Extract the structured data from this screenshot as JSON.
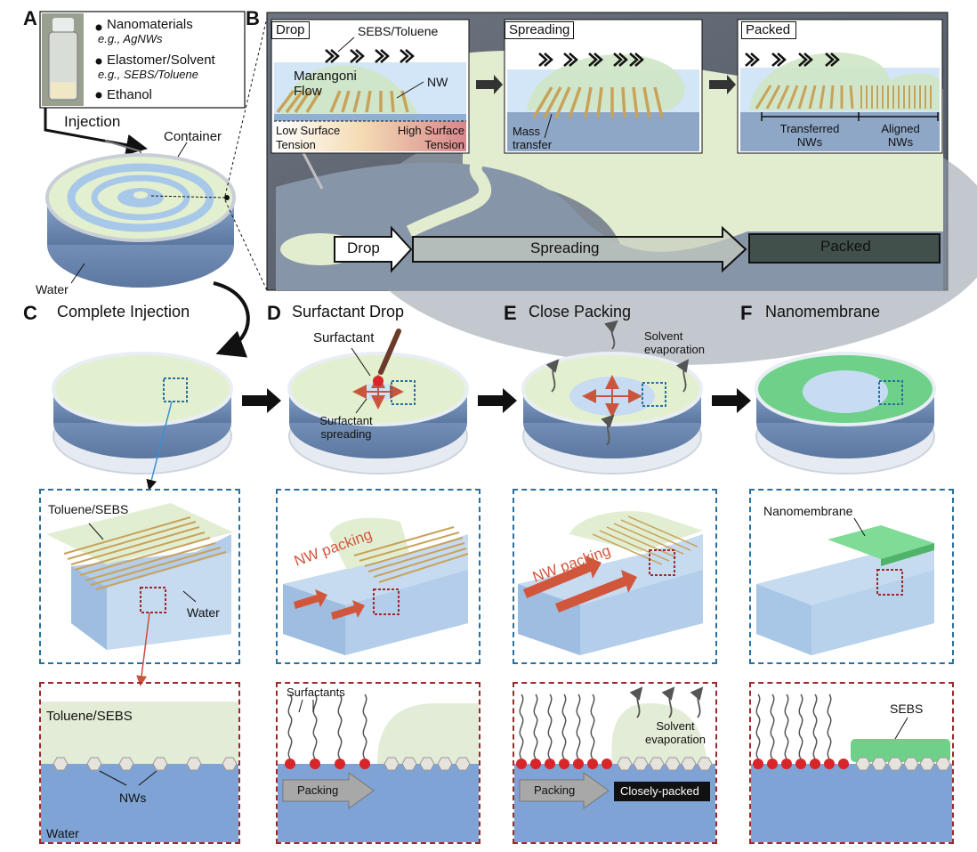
{
  "panel_a": {
    "letter": "A",
    "items": [
      {
        "label": "Nanomaterials",
        "example": "e.g., AgNWs"
      },
      {
        "label": "Elastomer/Solvent",
        "example": "e.g., SEBS/Toluene"
      },
      {
        "label": "Ethanol",
        "example": ""
      }
    ],
    "injection": "Injection",
    "container": "Container",
    "water": "Water"
  },
  "panel_b": {
    "letter": "B",
    "drop": {
      "stage": "Drop",
      "solvent": "SEBS/Toluene",
      "flow": "Marangoni\nFlow",
      "nw": "NW",
      "low_tension": "Low Surface\nTension",
      "high_tension": "High Surface\nTension"
    },
    "spreading": {
      "stage": "Spreading",
      "mass": "Mass\ntransfer"
    },
    "packed": {
      "stage": "Packed",
      "transferred": "Transferred\nNWs",
      "aligned": "Aligned\nNWs"
    },
    "arrows": [
      "Drop",
      "Spreading",
      "Packed"
    ]
  },
  "panel_c": {
    "letter": "C",
    "title": "Complete Injection",
    "layer": "Toluene/SEBS",
    "water": "Water",
    "cross_layer": "Toluene/SEBS",
    "nws": "NWs",
    "cross_water": "Water"
  },
  "panel_d": {
    "letter": "D",
    "title": "Surfactant Drop",
    "surfactant": "Surfactant",
    "spreading": "Surfactant\nspreading",
    "nw_packing": "NW packing",
    "surfactants": "Surfactants",
    "packing": "Packing"
  },
  "panel_e": {
    "letter": "E",
    "title": "Close Packing",
    "evap": "Solvent\nevaporation",
    "nw_packing": "NW packing",
    "cross_evap": "Solvent\nevaporation",
    "packing": "Packing",
    "closely": "Closely-packed"
  },
  "panel_f": {
    "letter": "F",
    "title": "Nanomembrane",
    "nanomembrane": "Nanomembrane",
    "sebs": "SEBS"
  },
  "colors": {
    "film": "#e3f0cf",
    "water": "#a9c6e6",
    "green": "#6fd08a",
    "blue_dash": "#2a6f9e",
    "red_dash": "#9c2a2a",
    "arrow": "#c9563c",
    "bead": "#d7252a"
  }
}
